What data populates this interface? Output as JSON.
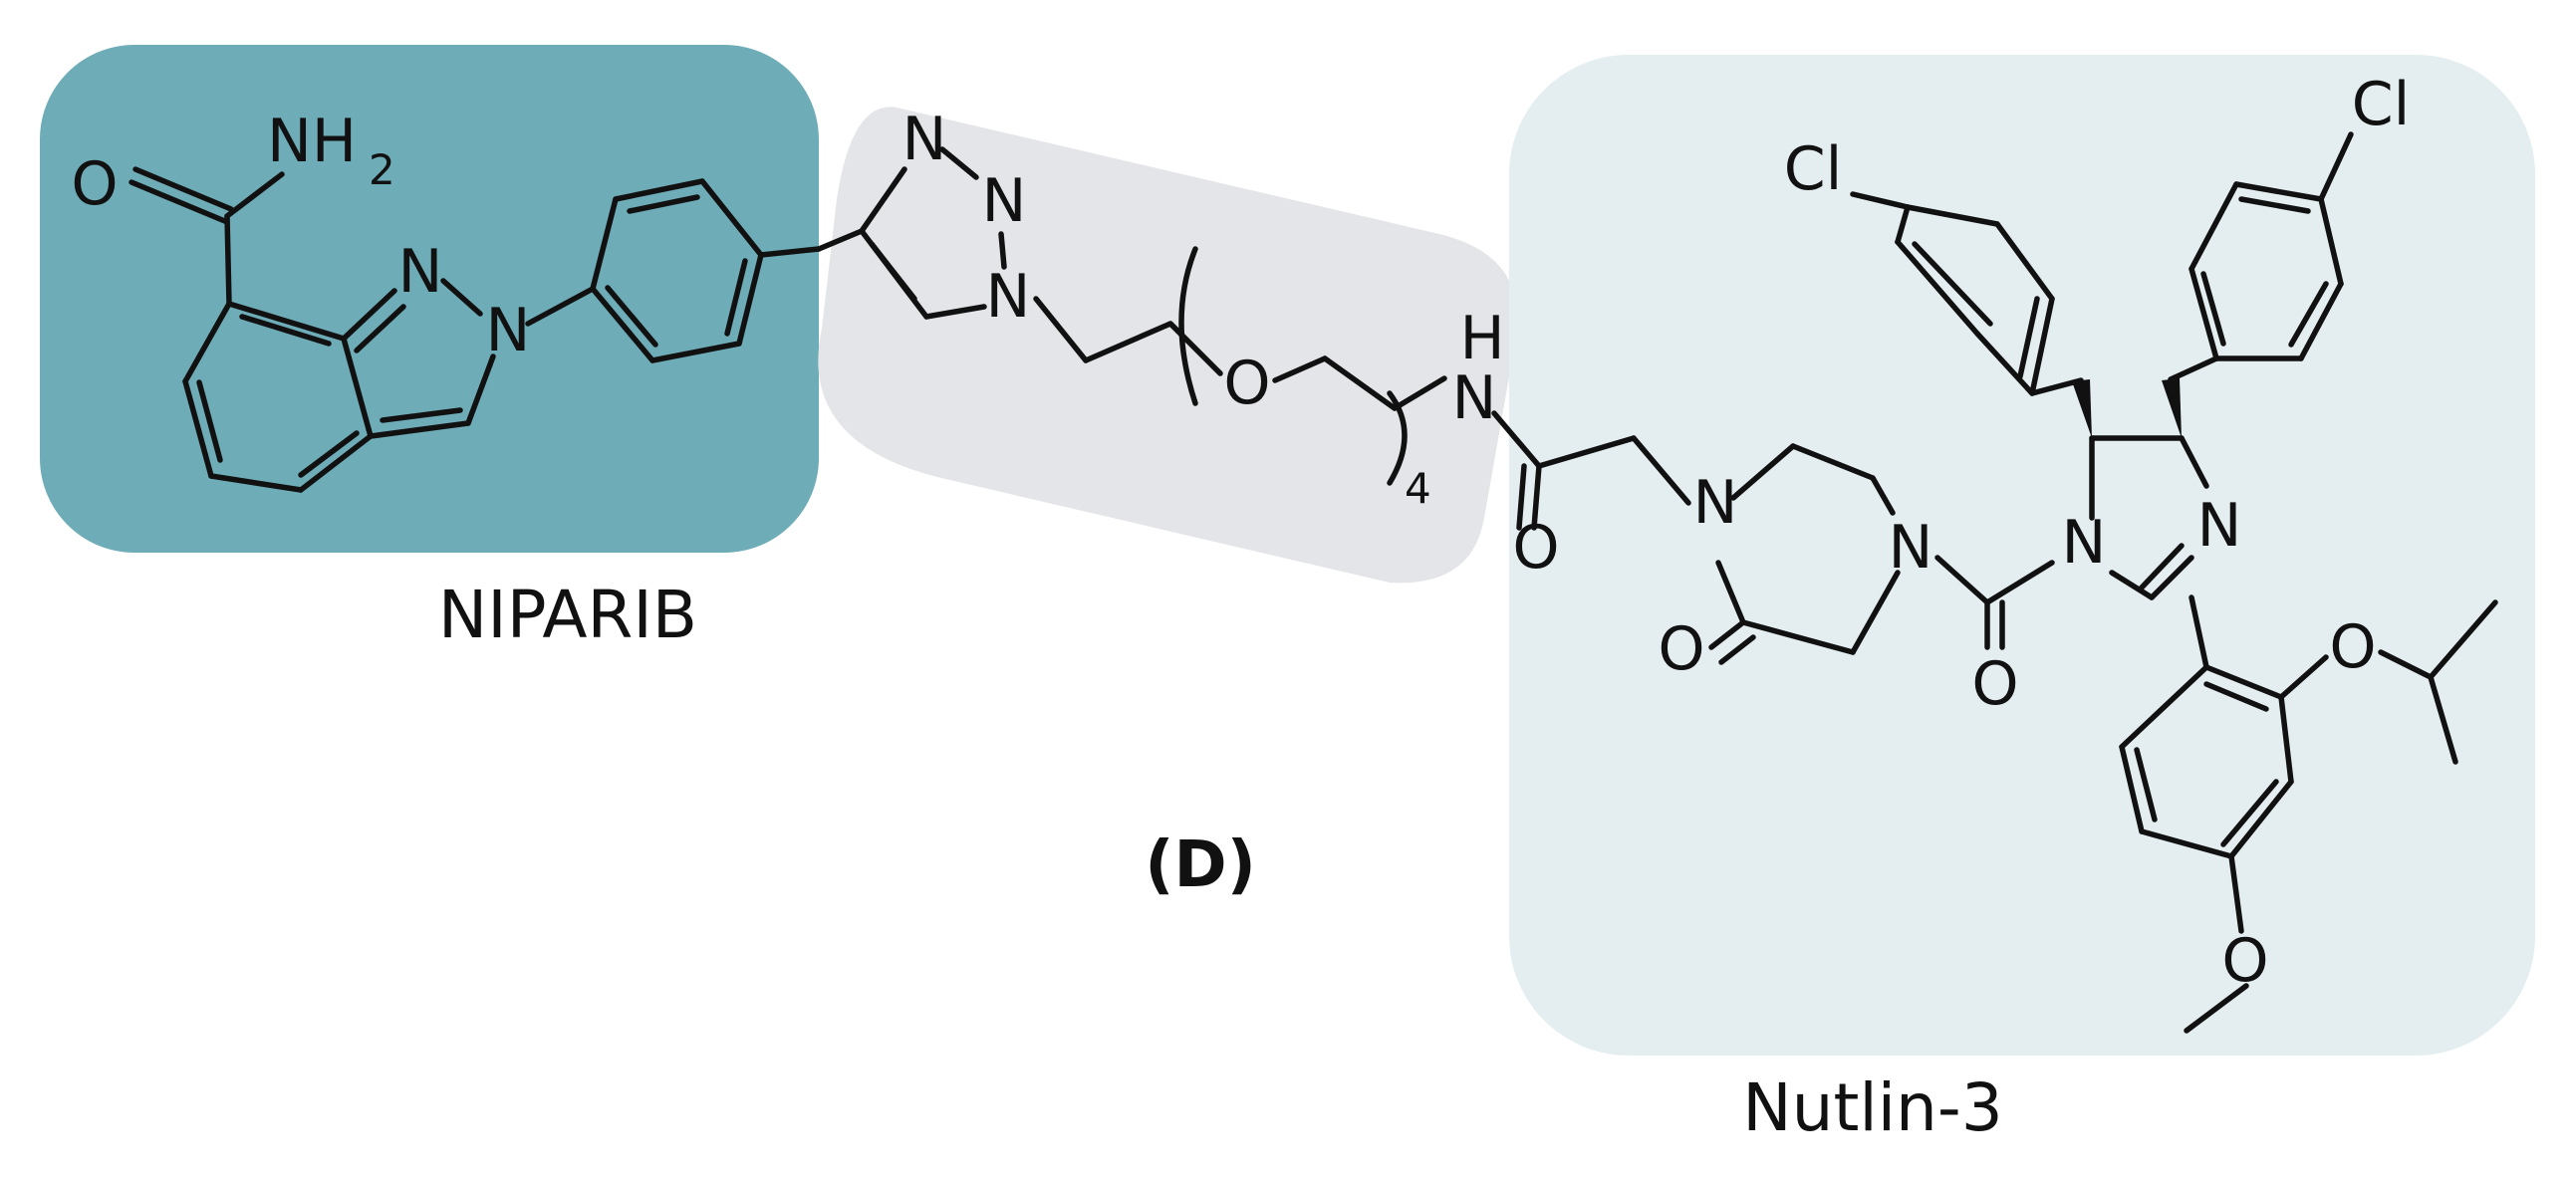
{
  "diagram": {
    "panel_label": "(D)",
    "regions": [
      {
        "label": "NIPARIB",
        "color": "#6eacb7"
      },
      {
        "label": "",
        "color": "#e3e5e8"
      },
      {
        "label": "Nutlin-3",
        "color": "#e4eef1"
      }
    ],
    "atoms": {
      "o_amide": "O",
      "nh2": "NH",
      "nh2_sub": "2",
      "n_indazole_1": "N",
      "n_indazole_2": "N",
      "n_triazole_1": "N",
      "n_triazole_2": "N",
      "n_triazole_3": "N",
      "o_peg": "O",
      "peg_repeat": "4",
      "nh_h": "H",
      "nh_n": "N",
      "o_carbonyl_1": "O",
      "n_piperazine_1": "N",
      "n_piperazine_2": "N",
      "o_piperazinone": "O",
      "o_urea": "O",
      "n_imidazoline_1": "N",
      "n_imidazoline_2": "N",
      "cl_left": "Cl",
      "cl_right": "Cl",
      "o_isopropoxy": "O",
      "o_methoxy": "O"
    }
  }
}
